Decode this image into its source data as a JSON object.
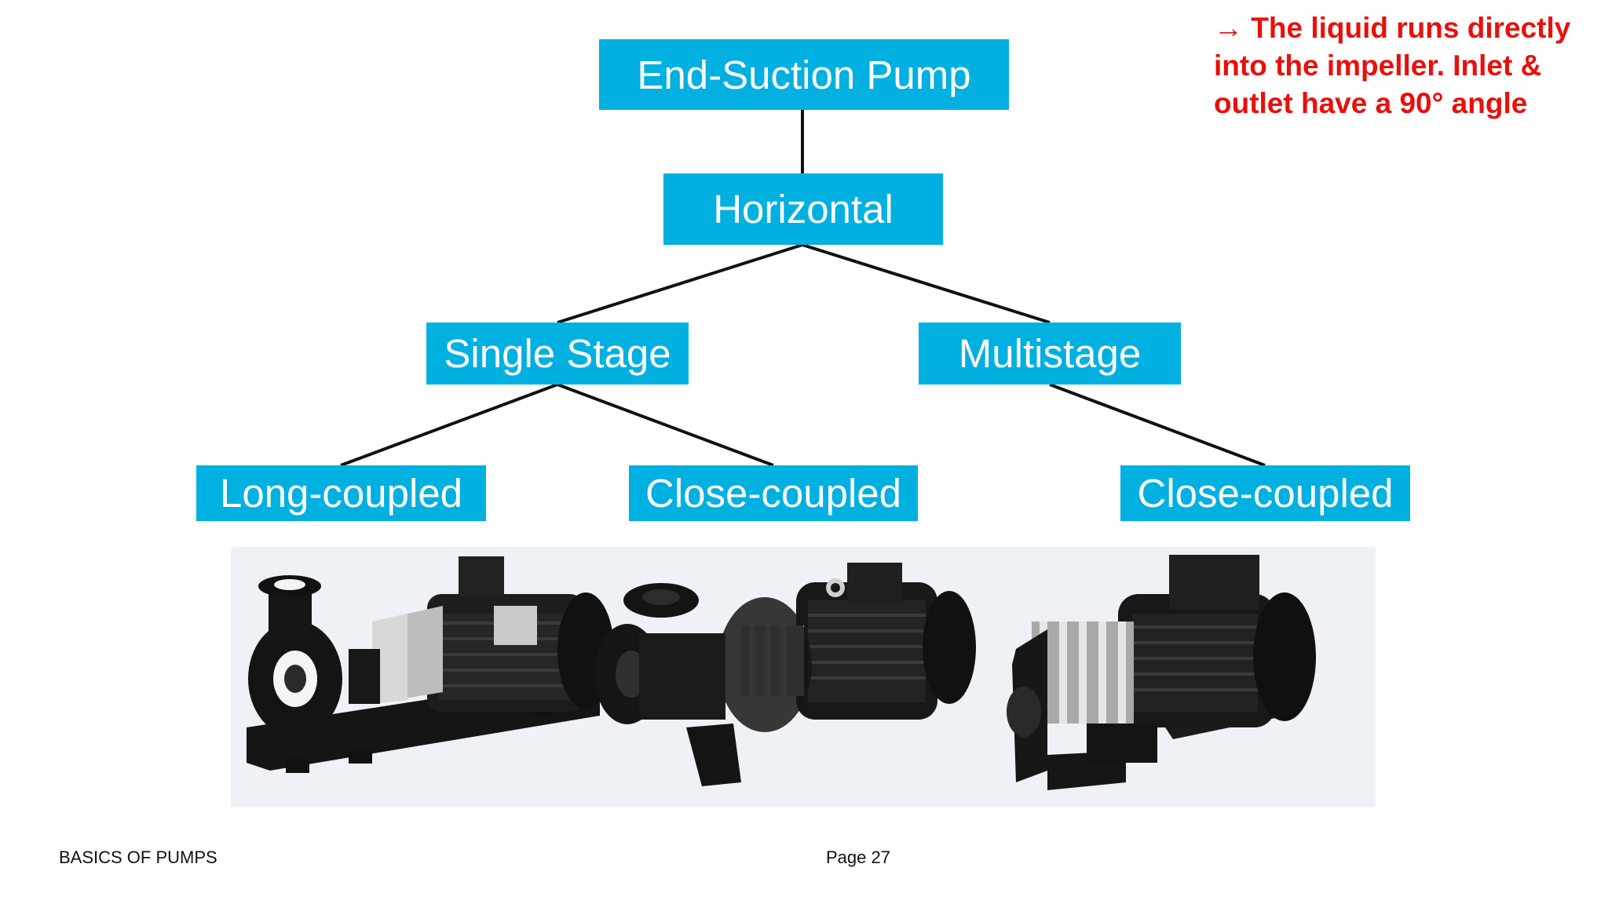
{
  "diagram": {
    "root": {
      "label": "End-Suction Pump"
    },
    "level1": {
      "label": "Horizontal"
    },
    "level2": [
      {
        "label": "Single Stage"
      },
      {
        "label": "Multistage"
      }
    ],
    "level3": [
      {
        "label": "Long-coupled"
      },
      {
        "label": "Close-coupled"
      },
      {
        "label": "Close-coupled"
      }
    ]
  },
  "note": {
    "line1": "→ The liquid runs directly",
    "line2": "into the impeller. Inlet &",
    "line3": "outlet have a 90° angle"
  },
  "footer": {
    "left": "BASICS OF PUMPS",
    "right": "Page 27"
  },
  "colors": {
    "node_fill": "#00b0e0",
    "node_text": "#ffffff",
    "note_text": "#e8100b",
    "connector": "#111111",
    "photo_background": "#eef1f5"
  },
  "photos": [
    {
      "icon": "long-coupled-pump-photo"
    },
    {
      "icon": "close-coupled-pump-photo"
    },
    {
      "icon": "multistage-close-coupled-pump-photo"
    }
  ]
}
